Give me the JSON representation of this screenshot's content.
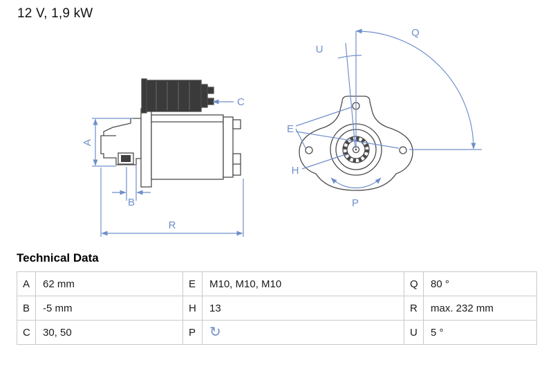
{
  "title": "12 V, 1,9 kW",
  "colors": {
    "dimension_blue": "#6f8fca",
    "drawing_line": "#4a4a4a",
    "table_border": "#c9c9c9"
  },
  "drawing": {
    "side_view": {
      "labels": {
        "A": "A",
        "B": "B",
        "C": "C",
        "R": "R"
      }
    },
    "front_view": {
      "labels": {
        "U": "U",
        "Q": "Q",
        "E": "E",
        "H": "H",
        "P": "P"
      }
    }
  },
  "technical_data": {
    "heading": "Technical Data",
    "rotation_icon_glyph": "↻",
    "rows": [
      [
        {
          "label": "A",
          "value": "62 mm"
        },
        {
          "label": "E",
          "value": "M10, M10, M10"
        },
        {
          "label": "Q",
          "value": "80 °"
        }
      ],
      [
        {
          "label": "B",
          "value": "-5 mm"
        },
        {
          "label": "H",
          "value": "13"
        },
        {
          "label": "R",
          "value": "max. 232 mm"
        }
      ],
      [
        {
          "label": "C",
          "value": "30, 50"
        },
        {
          "label": "P",
          "value": ""
        },
        {
          "label": "U",
          "value": "5 °"
        }
      ]
    ]
  }
}
